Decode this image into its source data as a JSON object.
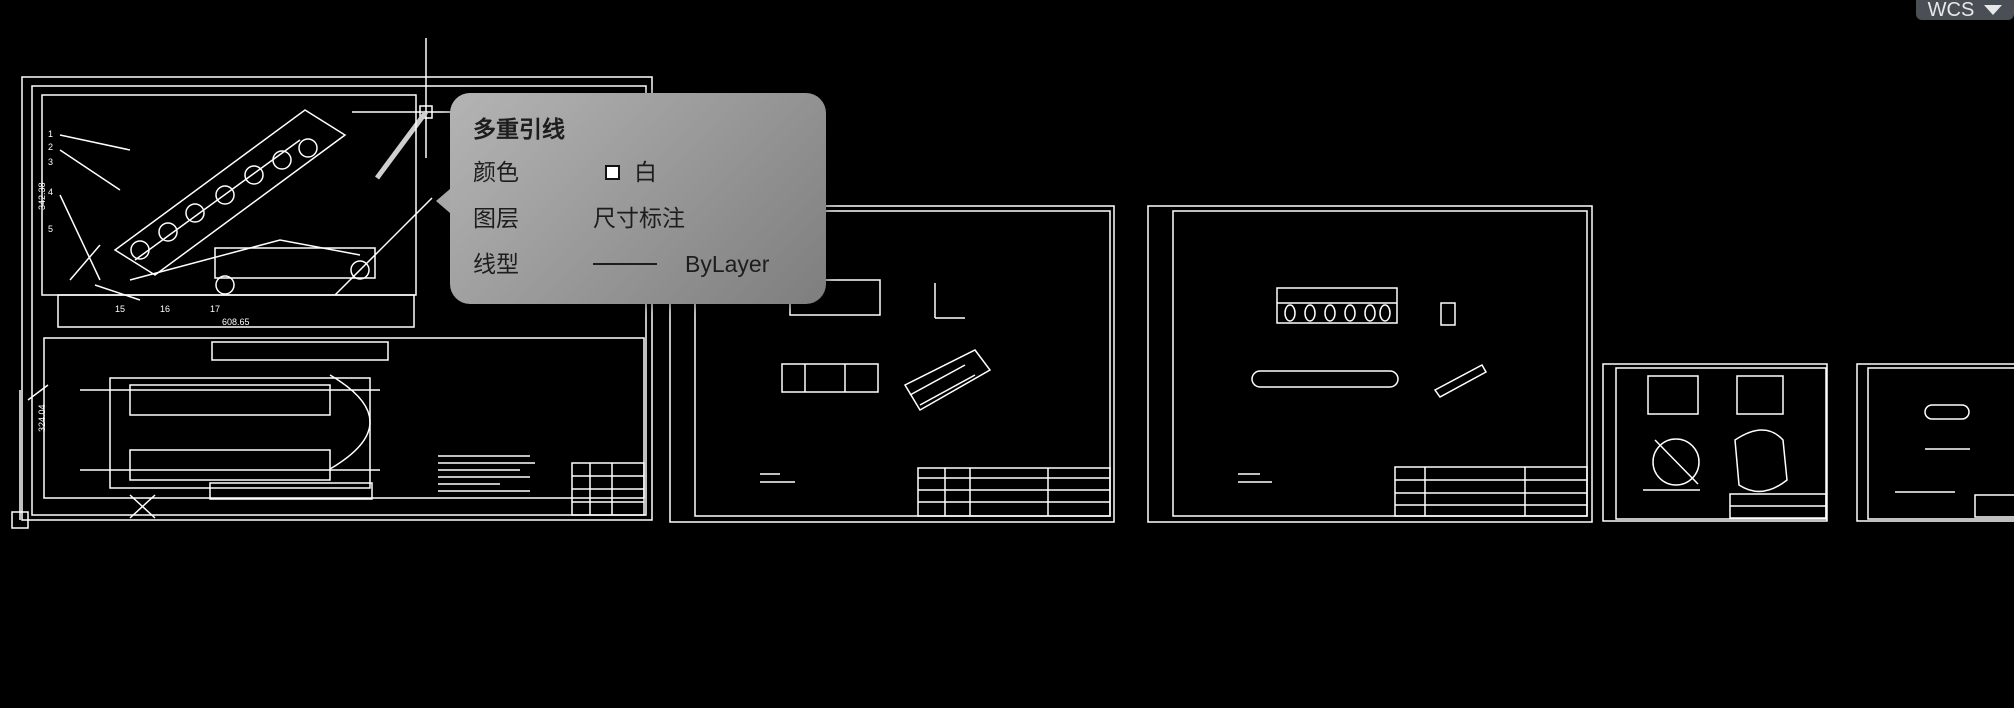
{
  "ucs": {
    "label": "WCS",
    "dropdown_icon": "chevron-down-icon"
  },
  "tooltip": {
    "title": "多重引线",
    "rows": [
      {
        "label": "颜色",
        "value": "白",
        "swatch_color": "#ffffff"
      },
      {
        "label": "图层",
        "value": "尺寸标注"
      },
      {
        "label": "线型",
        "value": "ByLayer"
      }
    ]
  },
  "drawing": {
    "background": "#000000",
    "line_color": "#ffffff",
    "dimension_labels": [
      "342.38",
      "608.65",
      "324.04"
    ],
    "balloons": [
      "1",
      "2",
      "3",
      "4",
      "5",
      "15",
      "16",
      "17"
    ]
  }
}
